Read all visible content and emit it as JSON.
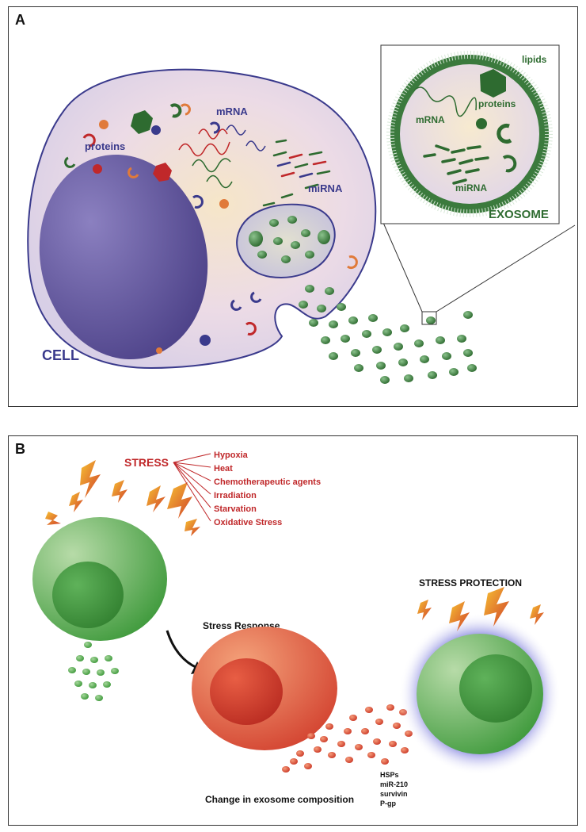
{
  "panel_a": {
    "label": "A",
    "cell_label": "CELL",
    "proteins_label": "proteins",
    "mrna_label": "mRNA",
    "mirna_label": "miRNA",
    "exosome": {
      "lipids_label": "lipids",
      "proteins_label": "proteins",
      "mrna_label": "mRNA",
      "mirna_label": "miRNA",
      "title": "EXOSOME"
    }
  },
  "panel_b": {
    "label": "B",
    "stress_label": "STRESS",
    "stressors": [
      "Hypoxia",
      "Heat",
      "Chemotherapeutic agents",
      "Irradiation",
      "Starvation",
      "Oxidative Stress"
    ],
    "stress_response_label": "Stress Response",
    "stress_protection_label": "STRESS PROTECTION",
    "change_label": "Change in exosome composition",
    "cargo": [
      "HSPs",
      "miR-210",
      "survivin",
      "P-gp"
    ]
  },
  "colors": {
    "cell_outline": "#3a3a8c",
    "exosome_green": "#2e6b30",
    "stress_red": "#c0282a",
    "nucleus_purple": "#5a4f96"
  }
}
